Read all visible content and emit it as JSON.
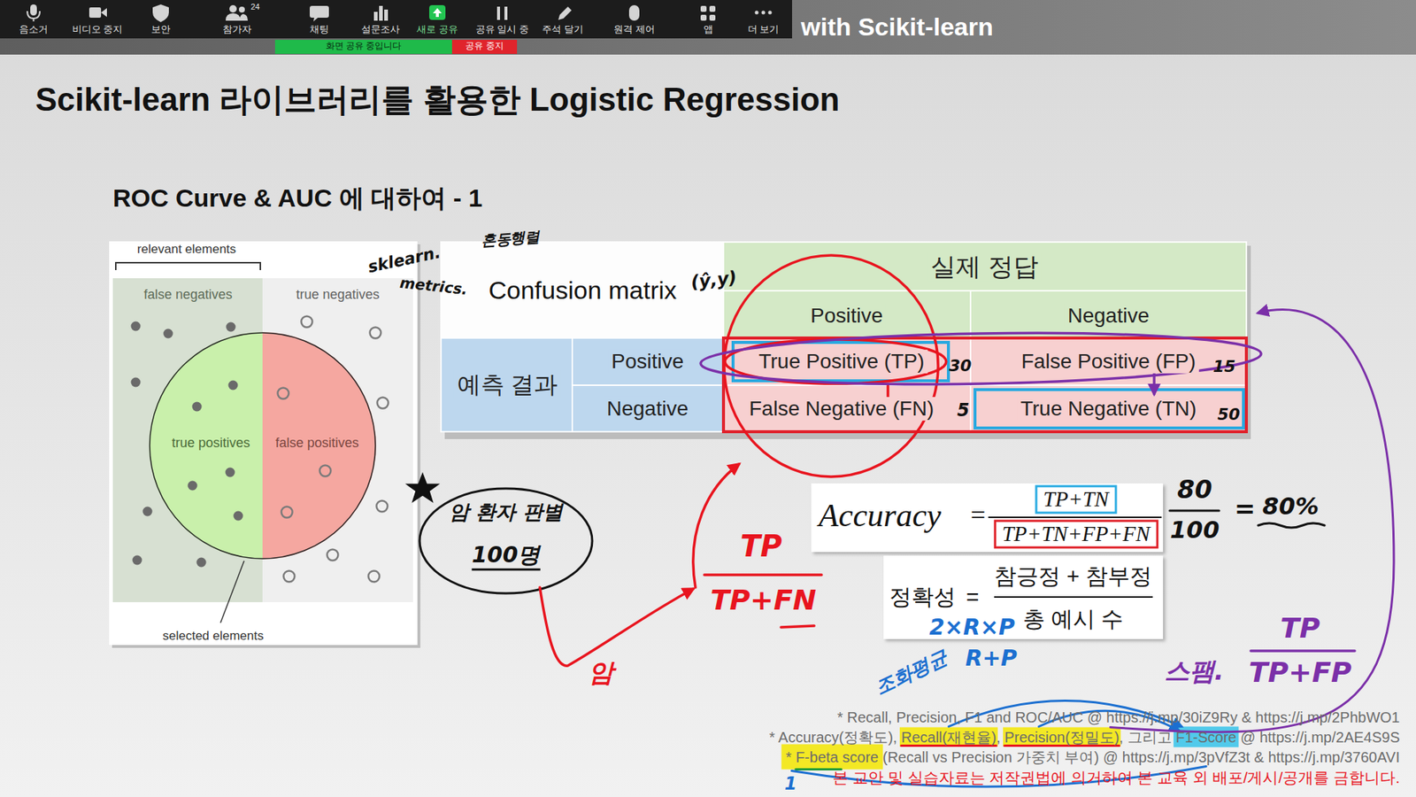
{
  "diagram": {
    "title": "Scikit-learn 라이브러리를 활용한 Logistic Regression",
    "nodes": [
      {
        "text": [
          "false negatives"
        ]
      },
      {
        "text": [
          "true negatives"
        ]
      },
      {
        "text": [
          "true positives",
          "false positives"
        ]
      },
      {
        "text": [
          "암 환자 판별",
          "100명"
        ]
      },
      {
        "text": [
          "Accuracy",
          "=",
          "TP+TN",
          "TP+TN+FP+FN"
        ]
      },
      {
        "text": [
          "정확성",
          "=",
          "참긍정 + 참부정",
          "총 예시 수"
        ]
      }
    ],
    "labels": [
      "음소거",
      "비디오 중지",
      "보안",
      "참가자",
      "24",
      "채팅",
      "설문조사",
      "새로 공유",
      "공유 일시 중",
      "주석 달기",
      "원격 제어",
      "앱",
      "더 보기",
      "화면 공유 중입니다",
      "공유 중지",
      "with Scikit-learn",
      "ROC Curve & AUC 에 대하여 - 1",
      "relevant elements",
      "selected elements",
      "Confusion matrix",
      "실제 정답",
      "Positive",
      "Negative",
      "예측 결과",
      "Positive",
      "Negative",
      "True Positive (TP)",
      "False Positive (FP)",
      "False Negative (FN)",
      "True Negative (TN)",
      "sklearn.",
      "metrics.",
      "혼동행렬",
      "(ŷ,y)",
      "30",
      "15",
      "5",
      "50",
      "80",
      "100",
      "=",
      "80%",
      "TP",
      "TP+FN",
      "암",
      "TP",
      "TP+FP",
      "스팸.",
      "2×R×P",
      "R+P",
      "조화평균",
      "1",
      "* Recall, Precision, F1 and ROC/AUC @ https://j.mp/30iZ9Ry & https://j.mp/2PhbWO1",
      "* Accuracy(정확도), Recall(재현율), Precision(정밀도), 그리고 F1-Score @ https://j.mp/2AE4S9S",
      "* F-beta score (Recall vs Precision 가중치 부여) @ https://j.mp/3pVfZ3t & https://j.mp/3760AVI",
      "본 교안 및 실습자료는 저작권법에 의거하여 본 교육 외 배포/게시/공개를 금합니다."
    ]
  }
}
